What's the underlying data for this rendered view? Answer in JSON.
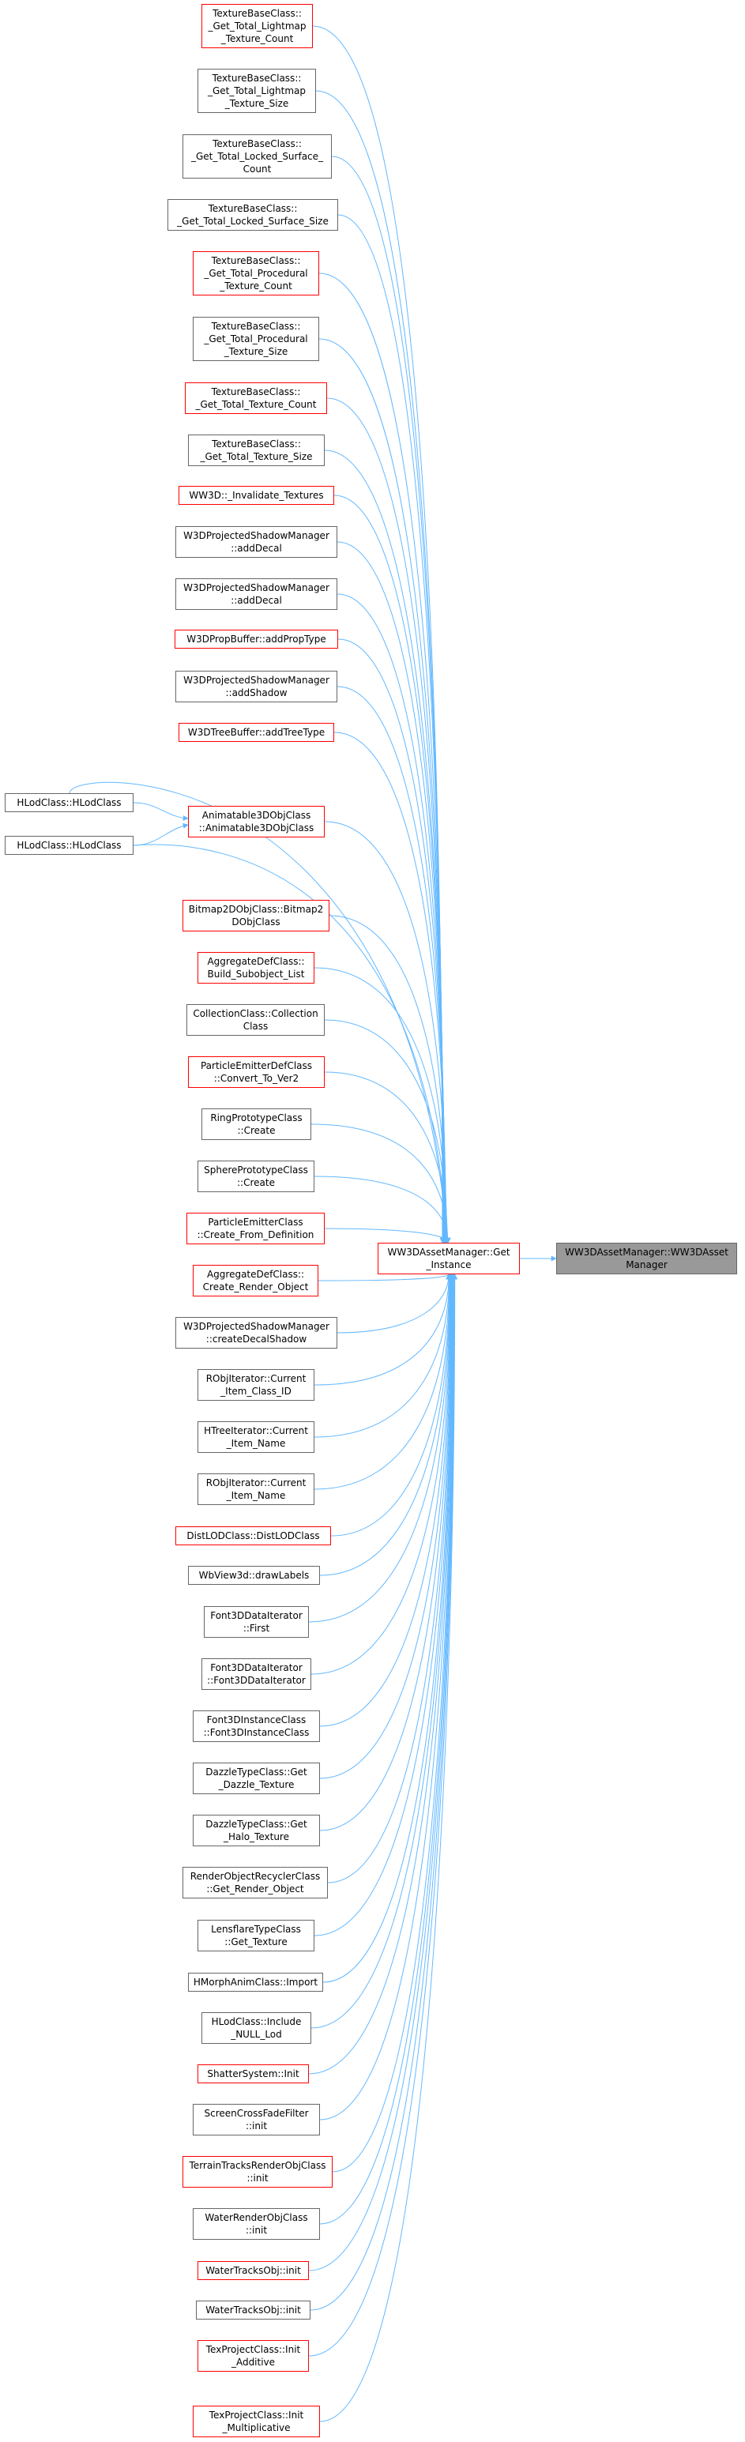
{
  "graph": {
    "target": {
      "label": "WW3DAssetManager::WW3DAsset\nManager",
      "style": "root"
    },
    "center": {
      "label": "WW3DAssetManager::Get\n_Instance",
      "style": "red"
    },
    "hlod_nodes": [
      {
        "label": "HLodClass::HLodClass",
        "style": "gray"
      },
      {
        "label": "HLodClass::HLodClass",
        "style": "gray"
      }
    ],
    "callers": [
      {
        "label": "TextureBaseClass::\n_Get_Total_Lightmap\n_Texture_Count",
        "style": "red"
      },
      {
        "label": "TextureBaseClass::\n_Get_Total_Lightmap\n_Texture_Size",
        "style": "gray"
      },
      {
        "label": "TextureBaseClass::\n_Get_Total_Locked_Surface_\nCount",
        "style": "gray"
      },
      {
        "label": "TextureBaseClass::\n_Get_Total_Locked_Surface_Size",
        "style": "gray"
      },
      {
        "label": "TextureBaseClass::\n_Get_Total_Procedural\n_Texture_Count",
        "style": "red"
      },
      {
        "label": "TextureBaseClass::\n_Get_Total_Procedural\n_Texture_Size",
        "style": "gray"
      },
      {
        "label": "TextureBaseClass::\n_Get_Total_Texture_Count",
        "style": "red"
      },
      {
        "label": "TextureBaseClass::\n_Get_Total_Texture_Size",
        "style": "gray"
      },
      {
        "label": "WW3D::_Invalidate_Textures",
        "style": "red"
      },
      {
        "label": "W3DProjectedShadowManager\n::addDecal",
        "style": "gray"
      },
      {
        "label": "W3DProjectedShadowManager\n::addDecal",
        "style": "gray"
      },
      {
        "label": "W3DPropBuffer::addPropType",
        "style": "red"
      },
      {
        "label": "W3DProjectedShadowManager\n::addShadow",
        "style": "gray"
      },
      {
        "label": "W3DTreeBuffer::addTreeType",
        "style": "red"
      },
      {
        "label": "Animatable3DObjClass\n::Animatable3DObjClass",
        "style": "red"
      },
      {
        "label": "Bitmap2DObjClass::Bitmap2\nDObjClass",
        "style": "red"
      },
      {
        "label": "AggregateDefClass::\nBuild_Subobject_List",
        "style": "red"
      },
      {
        "label": "CollectionClass::Collection\nClass",
        "style": "gray"
      },
      {
        "label": "ParticleEmitterDefClass\n::Convert_To_Ver2",
        "style": "red"
      },
      {
        "label": "RingPrototypeClass\n::Create",
        "style": "gray"
      },
      {
        "label": "SpherePrototypeClass\n::Create",
        "style": "gray"
      },
      {
        "label": "ParticleEmitterClass\n::Create_From_Definition",
        "style": "red"
      },
      {
        "label": "AggregateDefClass::\nCreate_Render_Object",
        "style": "red"
      },
      {
        "label": "W3DProjectedShadowManager\n::createDecalShadow",
        "style": "gray"
      },
      {
        "label": "RObjIterator::Current\n_Item_Class_ID",
        "style": "gray"
      },
      {
        "label": "HTreeIterator::Current\n_Item_Name",
        "style": "gray"
      },
      {
        "label": "RObjIterator::Current\n_Item_Name",
        "style": "gray"
      },
      {
        "label": "DistLODClass::DistLODClass",
        "style": "red"
      },
      {
        "label": "WbView3d::drawLabels",
        "style": "gray"
      },
      {
        "label": "Font3DDataIterator\n::First",
        "style": "gray"
      },
      {
        "label": "Font3DDataIterator\n::Font3DDataIterator",
        "style": "gray"
      },
      {
        "label": "Font3DInstanceClass\n::Font3DInstanceClass",
        "style": "gray"
      },
      {
        "label": "DazzleTypeClass::Get\n_Dazzle_Texture",
        "style": "gray"
      },
      {
        "label": "DazzleTypeClass::Get\n_Halo_Texture",
        "style": "gray"
      },
      {
        "label": "RenderObjectRecyclerClass\n::Get_Render_Object",
        "style": "gray"
      },
      {
        "label": "LensflareTypeClass\n::Get_Texture",
        "style": "gray"
      },
      {
        "label": "HMorphAnimClass::Import",
        "style": "gray"
      },
      {
        "label": "HLodClass::Include\n_NULL_Lod",
        "style": "gray"
      },
      {
        "label": "ShatterSystem::Init",
        "style": "red"
      },
      {
        "label": "ScreenCrossFadeFilter\n::init",
        "style": "gray"
      },
      {
        "label": "TerrainTracksRenderObjClass\n::init",
        "style": "red"
      },
      {
        "label": "WaterRenderObjClass\n::init",
        "style": "gray"
      },
      {
        "label": "WaterTracksObj::init",
        "style": "red"
      },
      {
        "label": "WaterTracksObj::init",
        "style": "gray"
      },
      {
        "label": "TexProjectClass::Init\n_Additive",
        "style": "red"
      },
      {
        "label": "TexProjectClass::Init\n_Multiplicative",
        "style": "red"
      }
    ],
    "colors": {
      "edge": "#63b8ff",
      "red_border": "#ff0000",
      "gray_border": "#666666",
      "root_fill": "#999999"
    }
  }
}
